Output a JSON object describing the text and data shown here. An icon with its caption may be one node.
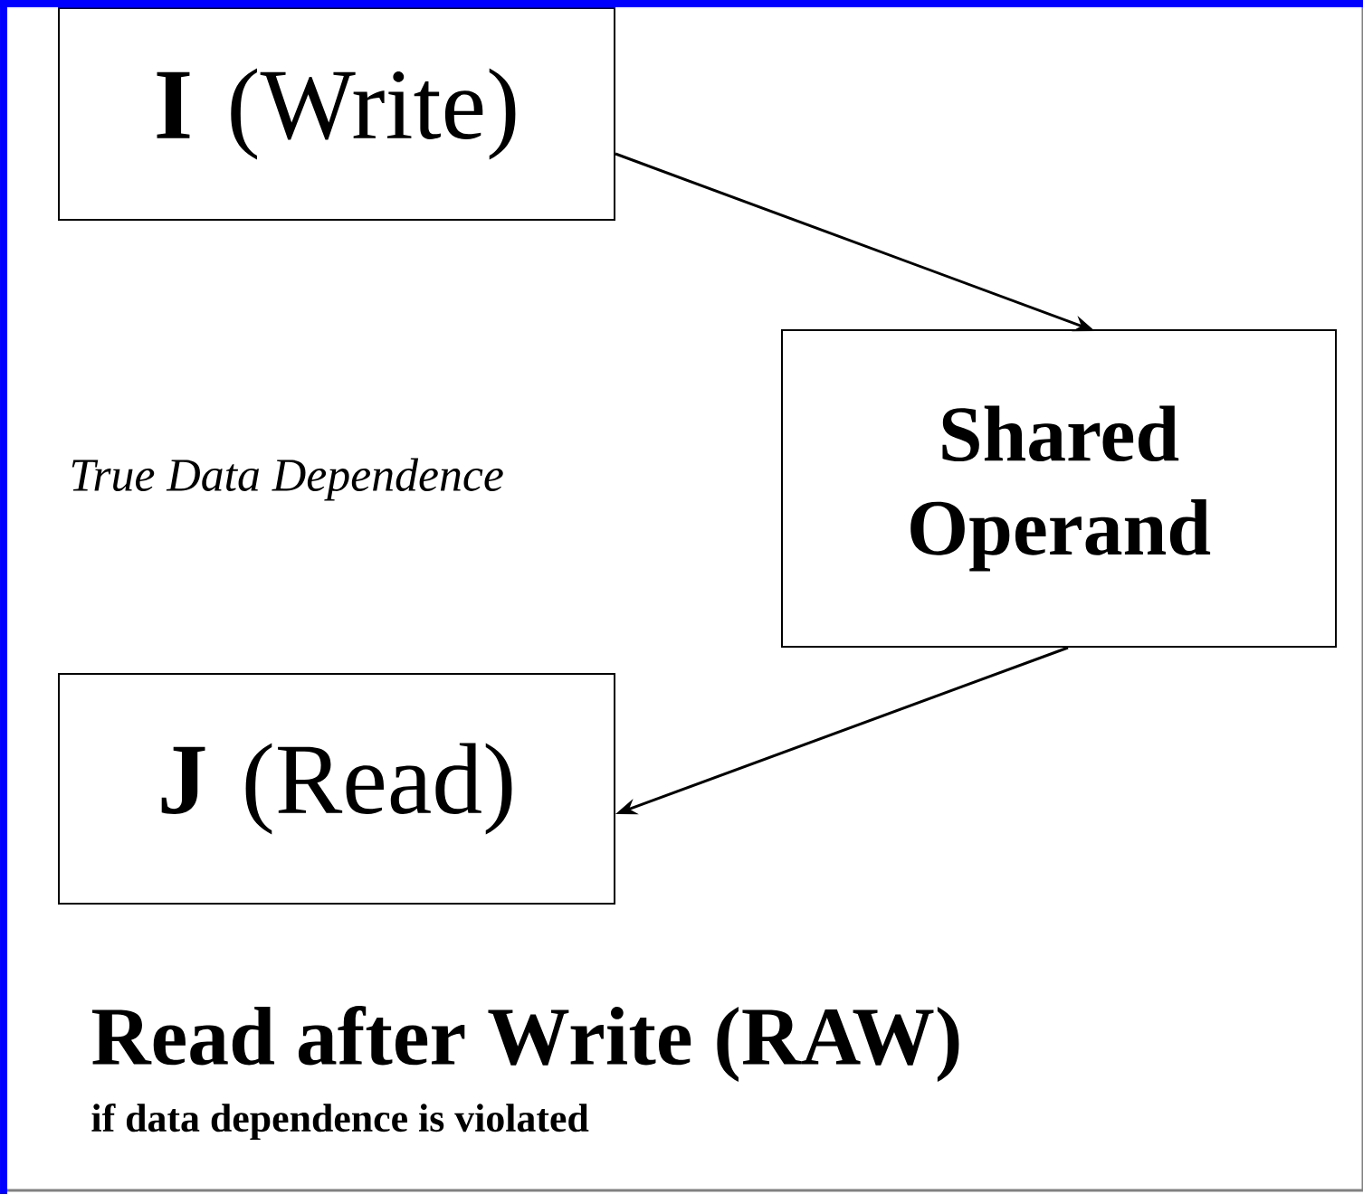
{
  "diagram": {
    "nodes": [
      {
        "text": [
          "**I** (Write)"
        ]
      },
      {
        "text": [
          "Shared Operand"
        ]
      },
      {
        "text": [
          "**J** (Read)"
        ]
      }
    ],
    "edges": [
      {
        "from": 0,
        "to": 1,
        "arrow": "to"
      },
      {
        "from": 1,
        "to": 2,
        "arrow": "to"
      }
    ],
    "labels": [
      "True Data Dependence",
      "Read after Write  (RAW)",
      "if data dependence is violated"
    ]
  }
}
